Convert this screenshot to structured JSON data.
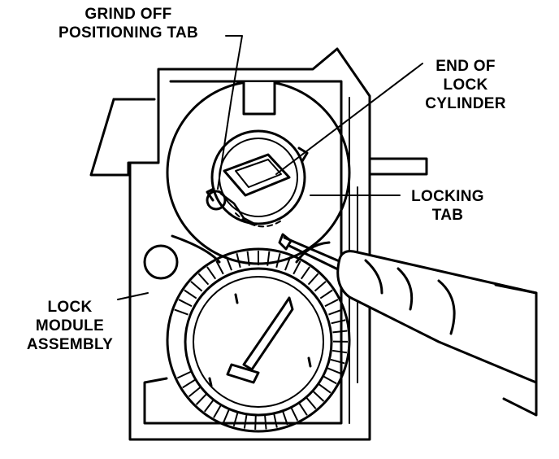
{
  "labels": {
    "grind_off": [
      "GRIND  OFF",
      "POSITIONING  TAB"
    ],
    "end_of_lock_cylinder": [
      "END OF",
      "LOCK",
      "CYLINDER"
    ],
    "locking_tab": [
      "LOCKING",
      "TAB"
    ],
    "lock_module_assembly": [
      "LOCK",
      "MODULE",
      "ASSEMBLY"
    ]
  },
  "colors": {
    "ink": "#000000",
    "paper": "#ffffff"
  }
}
